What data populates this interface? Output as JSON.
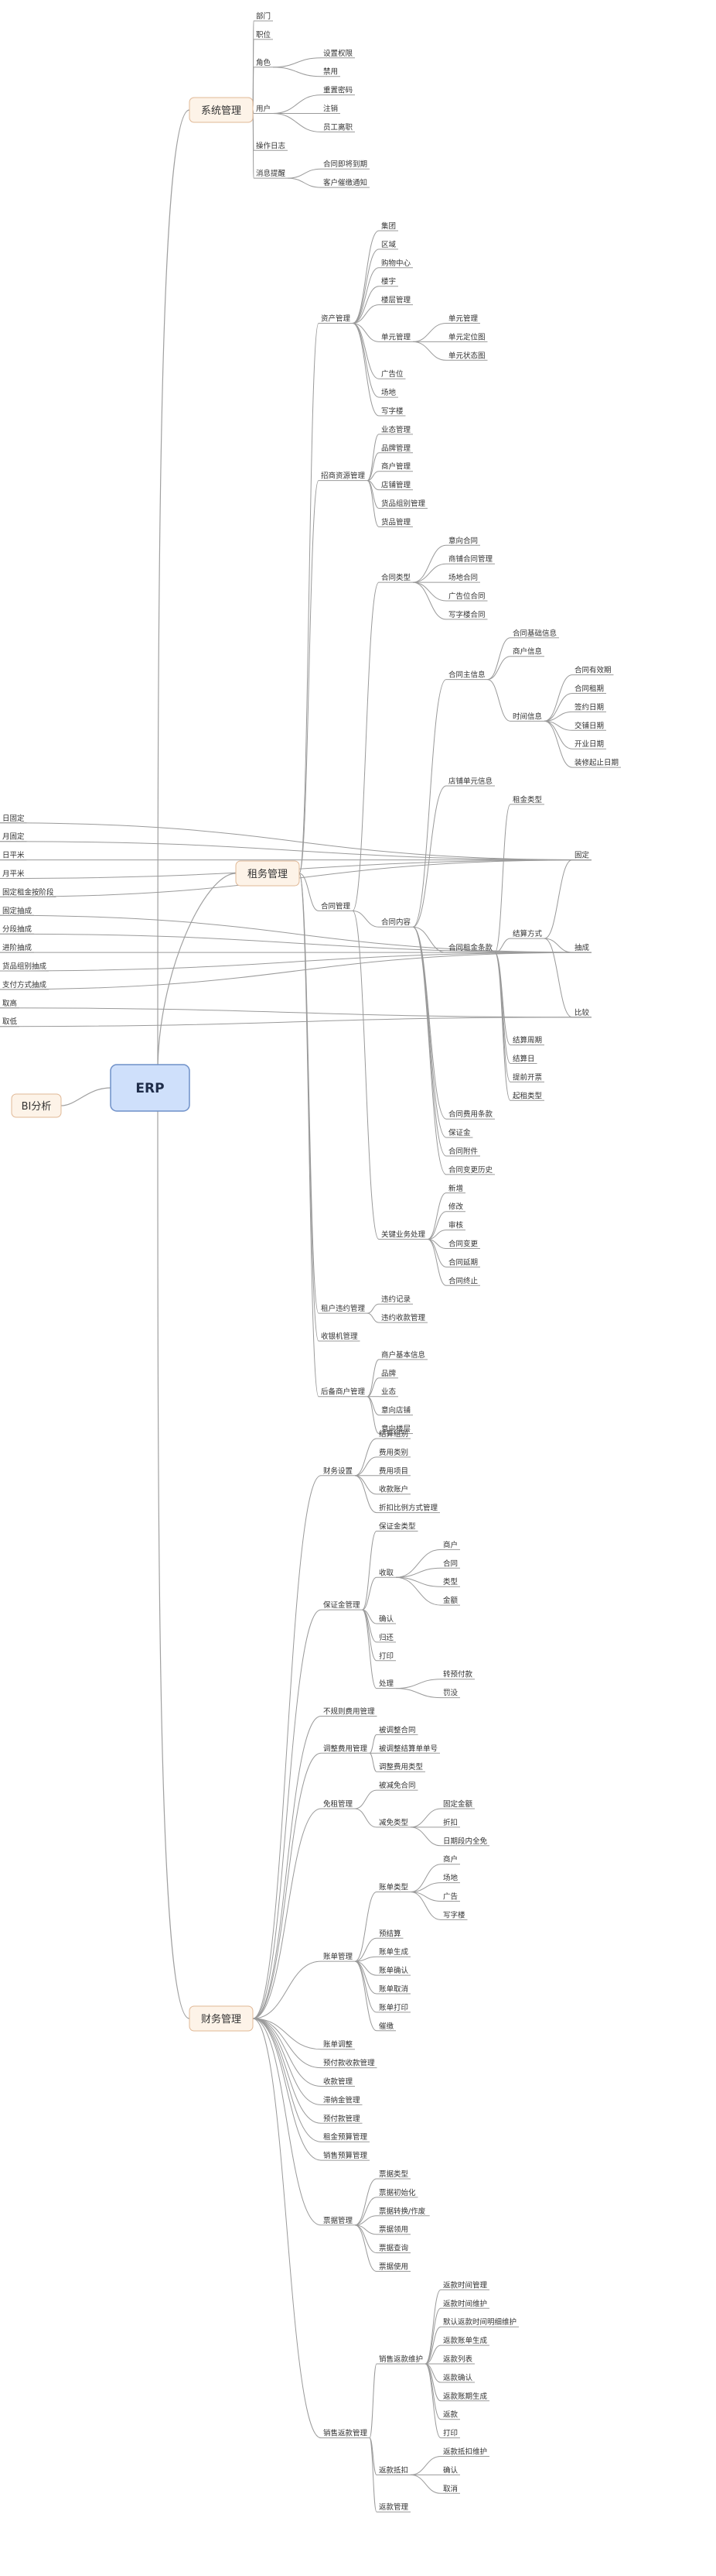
{
  "root": {
    "label": "ERP",
    "fill": "#cfe0fb",
    "stroke": "#6f90c8"
  },
  "level1_fill": "#fdf3e8",
  "level1_stroke": "#e0b896",
  "left_branch": {
    "label": "BI分析"
  },
  "tree": [
    {
      "label": "系统管理",
      "children": [
        {
          "label": "部门"
        },
        {
          "label": "职位"
        },
        {
          "label": "角色",
          "children": [
            {
              "label": "设置权限"
            },
            {
              "label": "禁用"
            }
          ]
        },
        {
          "label": "用户",
          "children": [
            {
              "label": "重置密码"
            },
            {
              "label": "注销"
            },
            {
              "label": "员工离职"
            }
          ]
        },
        {
          "label": "操作日志"
        },
        {
          "label": "消息提醒",
          "children": [
            {
              "label": "合同即将到期"
            },
            {
              "label": "客户催缴通知"
            }
          ]
        }
      ]
    },
    {
      "label": "租务管理",
      "children": [
        {
          "label": "资产管理",
          "children": [
            {
              "label": "集团"
            },
            {
              "label": "区域"
            },
            {
              "label": "购物中心"
            },
            {
              "label": "楼宇"
            },
            {
              "label": "楼层管理"
            },
            {
              "label": "单元管理",
              "children": [
                {
                  "label": "单元管理"
                },
                {
                  "label": "单元定位图"
                },
                {
                  "label": "单元状态图"
                }
              ]
            },
            {
              "label": "广告位"
            },
            {
              "label": "场地"
            },
            {
              "label": "写字楼"
            }
          ]
        },
        {
          "label": "招商资源管理",
          "children": [
            {
              "label": "业态管理"
            },
            {
              "label": "品牌管理"
            },
            {
              "label": "商户管理"
            },
            {
              "label": "店铺管理"
            },
            {
              "label": "货品组别管理"
            },
            {
              "label": "货品管理"
            }
          ]
        },
        {
          "label": "合同管理",
          "children": [
            {
              "label": "合同类型",
              "children": [
                {
                  "label": "意向合同"
                },
                {
                  "label": "商铺合同管理"
                },
                {
                  "label": "场地合同"
                },
                {
                  "label": "广告位合同"
                },
                {
                  "label": "写字楼合同"
                }
              ]
            },
            {
              "label": "合同内容",
              "children": [
                {
                  "label": "合同主信息",
                  "children": [
                    {
                      "label": "合同基础信息"
                    },
                    {
                      "label": "商户信息"
                    },
                    {
                      "label": "时间信息",
                      "children": [
                        {
                          "label": "合同有效期"
                        },
                        {
                          "label": "合同租期"
                        },
                        {
                          "label": "签约日期"
                        },
                        {
                          "label": "交铺日期"
                        },
                        {
                          "label": "开业日期"
                        },
                        {
                          "label": "装修起止日期"
                        }
                      ]
                    }
                  ]
                },
                {
                  "label": "店铺单元信息"
                },
                {
                  "label": "合同租金条款",
                  "children": [
                    {
                      "label": "租金类型"
                    },
                    {
                      "label": "结算方式",
                      "children": [
                        {
                          "label": "固定",
                          "children": [
                            {
                              "label": "日固定"
                            },
                            {
                              "label": "月固定"
                            },
                            {
                              "label": "日平米"
                            },
                            {
                              "label": "月平米"
                            },
                            {
                              "label": "固定租金按阶段"
                            }
                          ]
                        },
                        {
                          "label": "抽成",
                          "children": [
                            {
                              "label": "固定抽成"
                            },
                            {
                              "label": "分段抽成"
                            },
                            {
                              "label": "进阶抽成"
                            },
                            {
                              "label": "货品组别抽成"
                            },
                            {
                              "label": "支付方式抽成"
                            }
                          ]
                        },
                        {
                          "label": "比较",
                          "children": [
                            {
                              "label": "取高"
                            },
                            {
                              "label": "取低"
                            }
                          ]
                        }
                      ]
                    },
                    {
                      "label": "结算周期"
                    },
                    {
                      "label": "结算日"
                    },
                    {
                      "label": "提前开票"
                    },
                    {
                      "label": "起租类型"
                    }
                  ]
                },
                {
                  "label": "合同费用条款"
                },
                {
                  "label": "保证金"
                },
                {
                  "label": "合同附件"
                },
                {
                  "label": "合同变更历史"
                }
              ]
            },
            {
              "label": "关键业务处理",
              "children": [
                {
                  "label": "新增"
                },
                {
                  "label": "修改"
                },
                {
                  "label": "审核"
                },
                {
                  "label": "合同变更"
                },
                {
                  "label": "合同延期"
                },
                {
                  "label": "合同终止"
                }
              ]
            }
          ]
        },
        {
          "label": "租户违约管理",
          "children": [
            {
              "label": "违约记录"
            },
            {
              "label": "违约收款管理"
            }
          ]
        },
        {
          "label": "收银机管理"
        },
        {
          "label": "后备商户管理",
          "children": [
            {
              "label": "商户基本信息"
            },
            {
              "label": "品牌"
            },
            {
              "label": "业态"
            },
            {
              "label": "意向店铺"
            },
            {
              "label": "意向楼层"
            }
          ]
        }
      ]
    },
    {
      "label": "财务管理",
      "children": [
        {
          "label": "财务设置",
          "children": [
            {
              "label": "结算组别"
            },
            {
              "label": "费用类别"
            },
            {
              "label": "费用项目"
            },
            {
              "label": "收款账户"
            },
            {
              "label": "折扣比例方式管理"
            }
          ]
        },
        {
          "label": "保证金管理",
          "children": [
            {
              "label": "保证金类型"
            },
            {
              "label": "收取",
              "children": [
                {
                  "label": "商户"
                },
                {
                  "label": "合同"
                },
                {
                  "label": "类型"
                },
                {
                  "label": "金额"
                }
              ]
            },
            {
              "label": "确认"
            },
            {
              "label": "归还"
            },
            {
              "label": "打印"
            },
            {
              "label": "处理",
              "children": [
                {
                  "label": "转预付款"
                },
                {
                  "label": "罚没"
                }
              ]
            }
          ]
        },
        {
          "label": "不规则费用管理"
        },
        {
          "label": "调整费用管理",
          "children": [
            {
              "label": "被调整合同"
            },
            {
              "label": "被调整结算单单号"
            },
            {
              "label": "调整费用类型"
            }
          ]
        },
        {
          "label": "免租管理",
          "children": [
            {
              "label": "被减免合同"
            },
            {
              "label": "减免类型",
              "children": [
                {
                  "label": "固定金额"
                },
                {
                  "label": "折扣"
                },
                {
                  "label": "日期段内全免"
                }
              ]
            }
          ]
        },
        {
          "label": "账单管理",
          "children": [
            {
              "label": "账单类型",
              "children": [
                {
                  "label": "商户"
                },
                {
                  "label": "场地"
                },
                {
                  "label": "广告"
                },
                {
                  "label": "写字楼"
                }
              ]
            },
            {
              "label": "预结算"
            },
            {
              "label": "账单生成"
            },
            {
              "label": "账单确认"
            },
            {
              "label": "账单取消"
            },
            {
              "label": "账单打印"
            },
            {
              "label": "催缴"
            }
          ]
        },
        {
          "label": "账单调整"
        },
        {
          "label": "预付款收款管理"
        },
        {
          "label": "收款管理"
        },
        {
          "label": "滞纳金管理"
        },
        {
          "label": "预付款管理"
        },
        {
          "label": "租金预算管理"
        },
        {
          "label": "销售预算管理"
        },
        {
          "label": "票据管理",
          "children": [
            {
              "label": "票据类型"
            },
            {
              "label": "票据初始化"
            },
            {
              "label": "票据转换/作废"
            },
            {
              "label": "票据领用"
            },
            {
              "label": "票据查询"
            },
            {
              "label": "票据使用"
            }
          ]
        },
        {
          "label": "销售返款管理",
          "children": [
            {
              "label": "销售返款维护",
              "children": [
                {
                  "label": "返款时间管理"
                },
                {
                  "label": "返款时间维护"
                },
                {
                  "label": "默认返款时间明细维护"
                },
                {
                  "label": "返款账单生成"
                },
                {
                  "label": "返款列表"
                },
                {
                  "label": "返款确认"
                },
                {
                  "label": "返款账期生成"
                },
                {
                  "label": "返款"
                },
                {
                  "label": "打印"
                }
              ]
            },
            {
              "label": "返款抵扣",
              "children": [
                {
                  "label": "返款抵扣维护"
                },
                {
                  "label": "确认"
                },
                {
                  "label": "取消"
                }
              ]
            },
            {
              "label": "返款管理"
            }
          ]
        }
      ]
    }
  ]
}
